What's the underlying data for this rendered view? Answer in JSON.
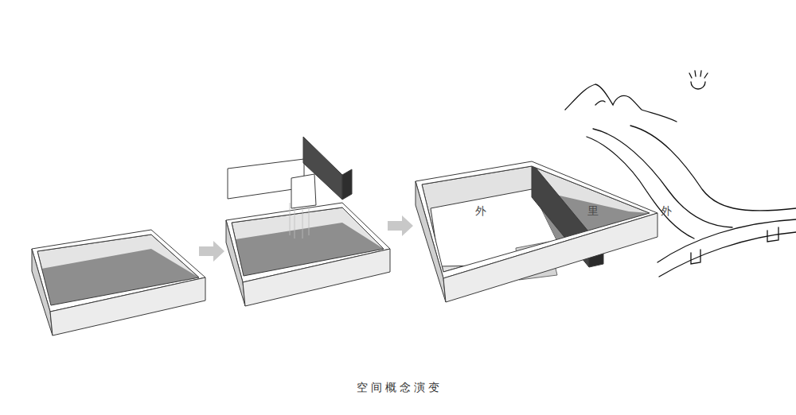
{
  "diagram": {
    "caption": "空间概念演变",
    "labels": [
      "外",
      "里",
      "外"
    ]
  }
}
